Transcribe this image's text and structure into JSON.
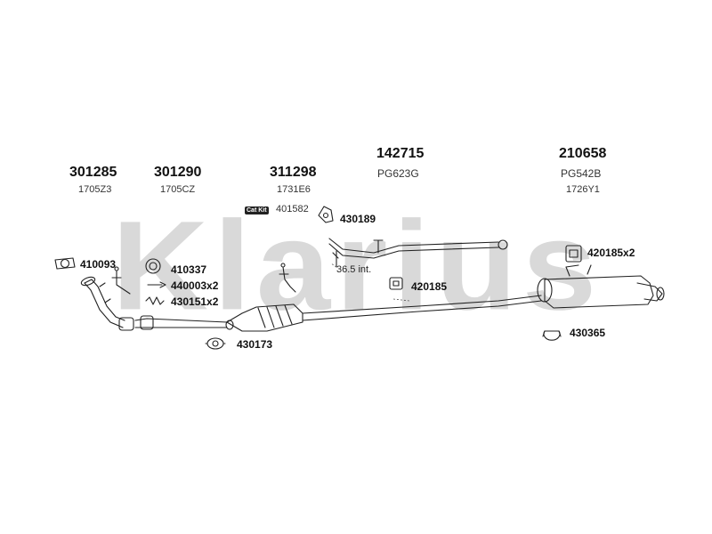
{
  "watermark": "Klarius",
  "main_parts": [
    {
      "number": "301285",
      "oe": "1705Z3"
    },
    {
      "number": "301290",
      "oe": "1705CZ"
    },
    {
      "number": "311298",
      "oe": "1731E6"
    },
    {
      "number": "142715",
      "oe": "PG623G"
    },
    {
      "number": "210658",
      "oe": "PG542B"
    }
  ],
  "cat_kit": {
    "badge": "Cat Kit",
    "number": "401582"
  },
  "fittings": {
    "f410093": "410093",
    "f410337": "410337",
    "f440003": "440003x2",
    "f430151": "430151x2",
    "f430173": "430173",
    "f430189": "430189",
    "f420185": "420185",
    "f420185x2": "420185x2",
    "f430365": "430365"
  },
  "note": "36.5 int."
}
